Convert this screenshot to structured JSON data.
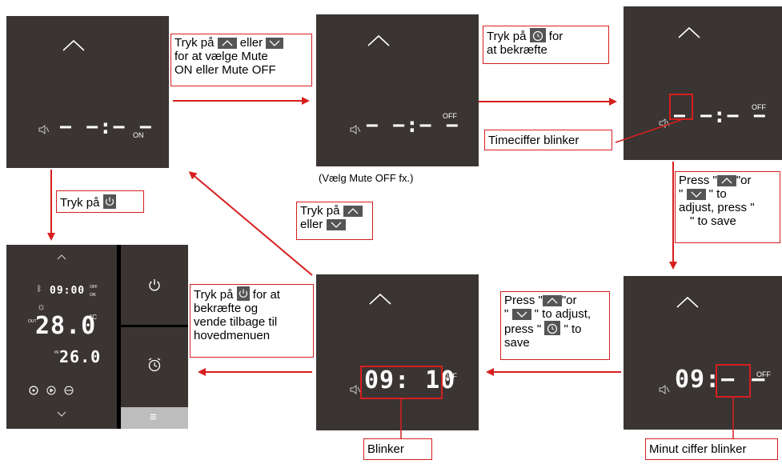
{
  "panels": {
    "p1": {
      "time": "− −:− −",
      "state": "ON"
    },
    "p2": {
      "time": "− −:− −",
      "state": "OFF",
      "caption": "(Vælg  Mute OFF fx.)"
    },
    "p3": {
      "time": "− −:− −",
      "state": "OFF"
    },
    "p4": {
      "time": "09:− −",
      "state": "OFF"
    },
    "p5": {
      "time": "09: 10",
      "state": "OFF"
    },
    "main": {
      "clock": "09:00",
      "off_label": "OFF",
      "on_label": "ON",
      "out_label": "OUT",
      "room_temp": "28.0",
      "unit": "°C",
      "in_label": "IN",
      "set_temp": "26.0",
      "menu_icon": "≡"
    }
  },
  "callouts": {
    "step1": {
      "part1": "Tryk på",
      "part2": "eller",
      "line2": "for at vælge Mute",
      "line3": "ON eller Mute OFF"
    },
    "step2": {
      "part1": "Tryk på",
      "part2": "for",
      "line2": "at bekræfte"
    },
    "timeciffer": "Timeciffer blinker",
    "step3": {
      "line1a": "Press \"",
      "line1b": "\"or",
      "line2a": "\"",
      "line2b": "\" to",
      "line3a": "adjust,",
      "line3b": "press \"",
      "line4": "\" to save"
    },
    "step4": {
      "line1a": "Press \"",
      "line1b": "\"or",
      "line2a": "\"",
      "line2b": "\" to adjust,",
      "line3a": "press \"",
      "line3b": "\" to",
      "line4": "save"
    },
    "minut": "Minut ciffer blinker",
    "blinker": "Blinker",
    "step5": {
      "part1": "Tryk på",
      "part2": "for at",
      "line2": "bekræfte og",
      "line3": "vende tilbage til",
      "line4": "hovedmenuen"
    },
    "step6": {
      "line1": "Tryk på",
      "line2": "eller"
    },
    "power": {
      "part1": "Tryk på"
    }
  },
  "colors": {
    "panel": "#3a3433",
    "accent": "#d61f1f"
  }
}
